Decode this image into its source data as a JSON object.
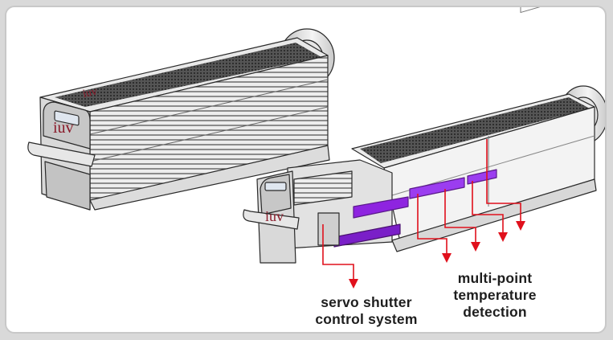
{
  "brand": {
    "logo": "iuv",
    "colors": {
      "arrow": "#e0101c",
      "led": "#8e24e0",
      "body": "#d7d7d7",
      "outline": "#2a2a2a"
    }
  },
  "labels": {
    "servo": {
      "line1": "servo shutter",
      "line2": "control system"
    },
    "temperature": {
      "line1": "multi-point",
      "line2": "temperature",
      "line3": "detection"
    }
  }
}
